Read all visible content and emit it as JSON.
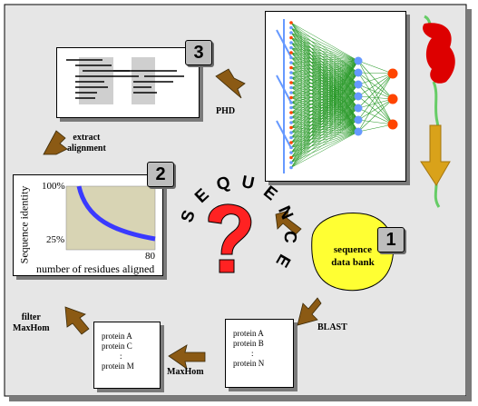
{
  "colors": {
    "background": "#e6e6e6",
    "arrow": "#8b5a14",
    "dataBank": "#ffff33",
    "questionMark": "#ff2222",
    "plotArea": "#d8d4b4",
    "curve": "#3a3aff",
    "netEdge": "#2a9a2a",
    "neuronBlue": "#6699ff",
    "neuronOrange": "#ff4400",
    "protein": "#dd0000",
    "proteinTail": "#66cc66",
    "downArrow": "#d9a21a"
  },
  "sequence_word": [
    "S",
    "E",
    "Q",
    "U",
    "E",
    "N",
    "C",
    "E"
  ],
  "steps": {
    "data_bank": {
      "number": "1",
      "line1": "sequence",
      "line2": "data bank"
    },
    "plot": {
      "number": "2",
      "ylabel": "Sequence identity",
      "xlabel": "number of residues aligned",
      "ytick_top": "100%",
      "ytick_bottom": "25%",
      "xtick": "80"
    },
    "alignment": {
      "number": "3"
    }
  },
  "arrows": {
    "blast": "BLAST",
    "maxhom": "MaxHom",
    "filter_line1": "filter",
    "filter_line2": "MaxHom",
    "extract_line1": "extract",
    "extract_line2": "alignment",
    "phd": "PHD"
  },
  "blast_list": {
    "line1": "protein A",
    "line2": "protein B",
    "line3": ":",
    "line4": "protein N"
  },
  "filter_list": {
    "line1": "protein A",
    "line2": "protein C",
    "line3": ":",
    "line4": "protein M"
  }
}
